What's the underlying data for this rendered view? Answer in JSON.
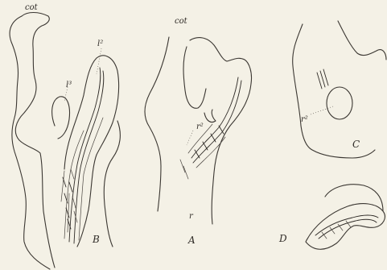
{
  "figure": {
    "background": "#f4f1e6",
    "ink": "#2f2b27",
    "panels": [
      {
        "key": "B",
        "label": "B",
        "annotations": [
          "cot",
          "l²",
          "l³"
        ]
      },
      {
        "key": "A",
        "label": "A",
        "annotations": [
          "cot",
          "r²",
          "r"
        ]
      },
      {
        "key": "C",
        "label": "C",
        "annotations": [
          "r²"
        ]
      },
      {
        "key": "D",
        "label": "D",
        "annotations": []
      }
    ]
  }
}
